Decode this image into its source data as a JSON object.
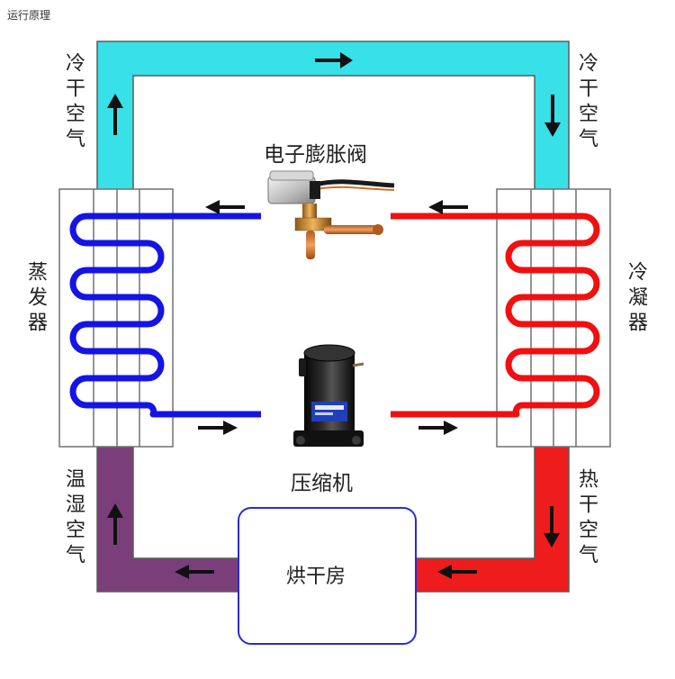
{
  "title": "运行原理",
  "labels": {
    "cold_dry_air_left": "冷干空气",
    "cold_dry_air_right": "冷干空气",
    "expansion_valve": "电子膨胀阀",
    "evaporator": "蒸发器",
    "condenser": "冷凝器",
    "compressor": "压缩机",
    "warm_humid_air": "温湿空气",
    "hot_dry_air": "热干空气",
    "drying_room": "烘干房"
  },
  "colors": {
    "cold_air_duct": "#38E0E8",
    "humid_air_duct": "#7A3F7A",
    "hot_air_duct": "#EE1C1C",
    "refrigerant_cold": "#1414E6",
    "refrigerant_hot": "#F01010",
    "room_border": "#2A2ADB",
    "arrow": "#111111"
  },
  "icons": {
    "expansion_valve": "expansion-valve-icon",
    "compressor": "compressor-icon"
  }
}
